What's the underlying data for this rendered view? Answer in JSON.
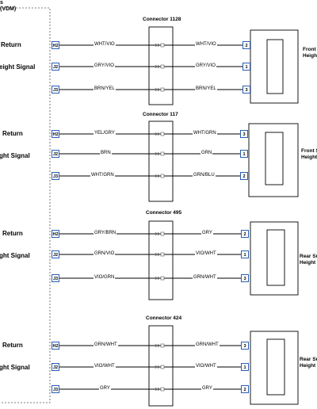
{
  "module": {
    "line1": "s",
    "line2": "(VDM)"
  },
  "groups": [
    {
      "connector": "Connector 1128",
      "sensor_label": [
        "Front",
        "Height"
      ],
      "rows": [
        {
          "signal": "Return",
          "pin": "H2",
          "wire_left": "WHT/VIO",
          "wire_right": "WHT/VIO",
          "sensor_pin": "2"
        },
        {
          "signal": "eight Signal",
          "pin": "J2",
          "wire_left": "GRY/VIO",
          "wire_right": "GRY/VIO",
          "sensor_pin": "1"
        },
        {
          "signal": "",
          "pin": "J3",
          "wire_left": "BRN/YEL",
          "wire_right": "BRN/YEL",
          "sensor_pin": "3"
        }
      ]
    },
    {
      "connector": "Connector 117",
      "sensor_label": [
        "Front S",
        "Height"
      ],
      "rows": [
        {
          "signal": "Return",
          "pin": "H2",
          "wire_left": "YEL/GRY",
          "wire_right": "WHT/GRN",
          "sensor_pin": "3"
        },
        {
          "signal": "ght Signal",
          "pin": "J2",
          "wire_left": "BRN",
          "wire_right": "GRN",
          "sensor_pin": "1"
        },
        {
          "signal": "",
          "pin": "J3",
          "wire_left": "WHT/GRN",
          "wire_right": "GRN/BLU",
          "sensor_pin": "2"
        }
      ]
    },
    {
      "connector": "Connector 495",
      "sensor_label": [
        "Rear Su",
        "Height"
      ],
      "rows": [
        {
          "signal": "Return",
          "pin": "H2",
          "wire_left": "GRY/BRN",
          "wire_right": "GRY",
          "sensor_pin": "2"
        },
        {
          "signal": "ght Signal",
          "pin": "J2",
          "wire_left": "GRN/VIO",
          "wire_right": "VIO/WHT",
          "sensor_pin": "1"
        },
        {
          "signal": "",
          "pin": "J3",
          "wire_left": "VIO/GRN",
          "wire_right": "GRN/WHT",
          "sensor_pin": "3"
        }
      ]
    },
    {
      "connector": "Connector 424",
      "sensor_label": [
        "Rear Su",
        "Height"
      ],
      "rows": [
        {
          "signal": "Return",
          "pin": "H2",
          "wire_left": "GRN/WHT",
          "wire_right": "GRN/WHT",
          "sensor_pin": "3"
        },
        {
          "signal": "ght Signal",
          "pin": "J2",
          "wire_left": "VIO/WHT",
          "wire_right": "VIO/WHT",
          "sensor_pin": "1"
        },
        {
          "signal": "",
          "pin": "J3",
          "wire_left": "GRY",
          "wire_right": "GRY",
          "sensor_pin": "2"
        }
      ]
    }
  ],
  "colors": {
    "wire": "#000000",
    "pin_border": "#2a5fb5",
    "module_border": "#555555"
  }
}
